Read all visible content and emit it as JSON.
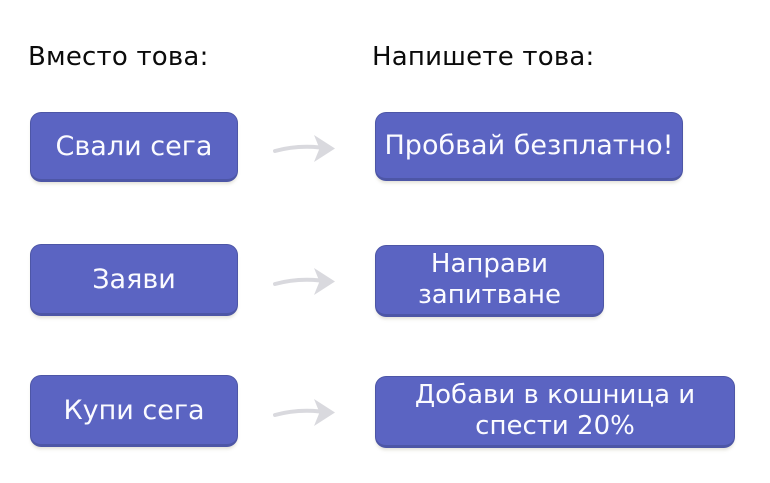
{
  "headers": {
    "left": "Вместо това:",
    "right": "Напишете това:"
  },
  "rows": [
    {
      "before": "Свали сега",
      "after": "Пробвай безплатно!"
    },
    {
      "before": "Заяви",
      "after": "Направи запитване"
    },
    {
      "before": "Купи сега",
      "after": "Добави в кошница и спести 20%"
    }
  ],
  "colors": {
    "background": "#ffffff",
    "button_bg": "#5b64c2",
    "button_border": "#4d56a6",
    "button_text": "#fbfbff",
    "header_text": "#0b0b0b",
    "arrow": "#d9d9de"
  }
}
